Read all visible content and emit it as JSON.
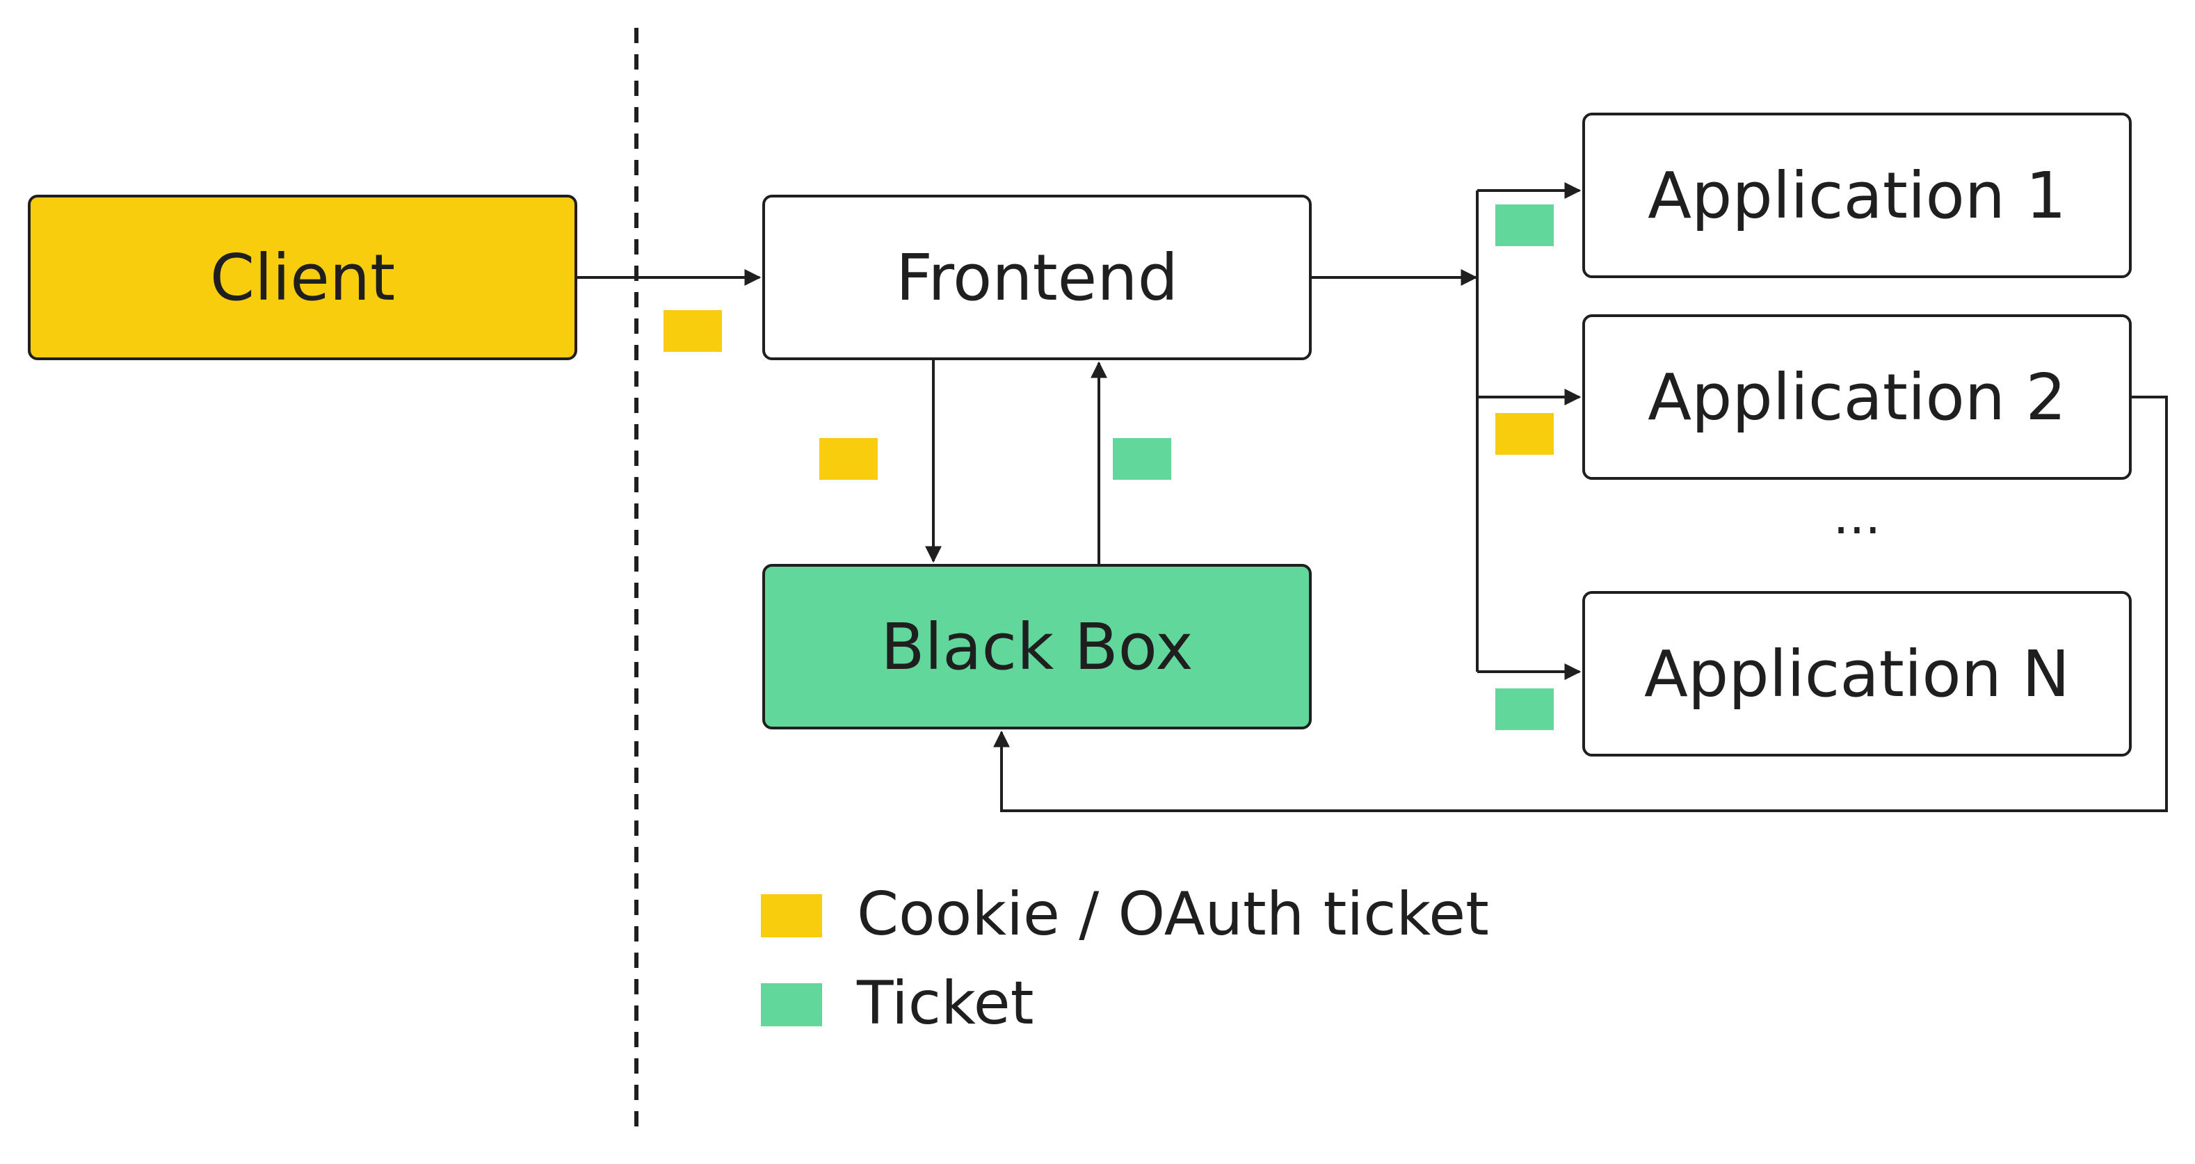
{
  "nodes": {
    "client": "Client",
    "frontend": "Frontend",
    "blackbox": "Black Box",
    "app1": "Application 1",
    "app2": "Application 2",
    "ellipsis": "...",
    "appn": "Application N"
  },
  "legend": {
    "cookie_label": "Cookie / OAuth ticket",
    "ticket_label": "Ticket"
  },
  "colors": {
    "cookie": "#f8cd0e",
    "ticket": "#62d79b",
    "line": "#1f1f1f"
  }
}
